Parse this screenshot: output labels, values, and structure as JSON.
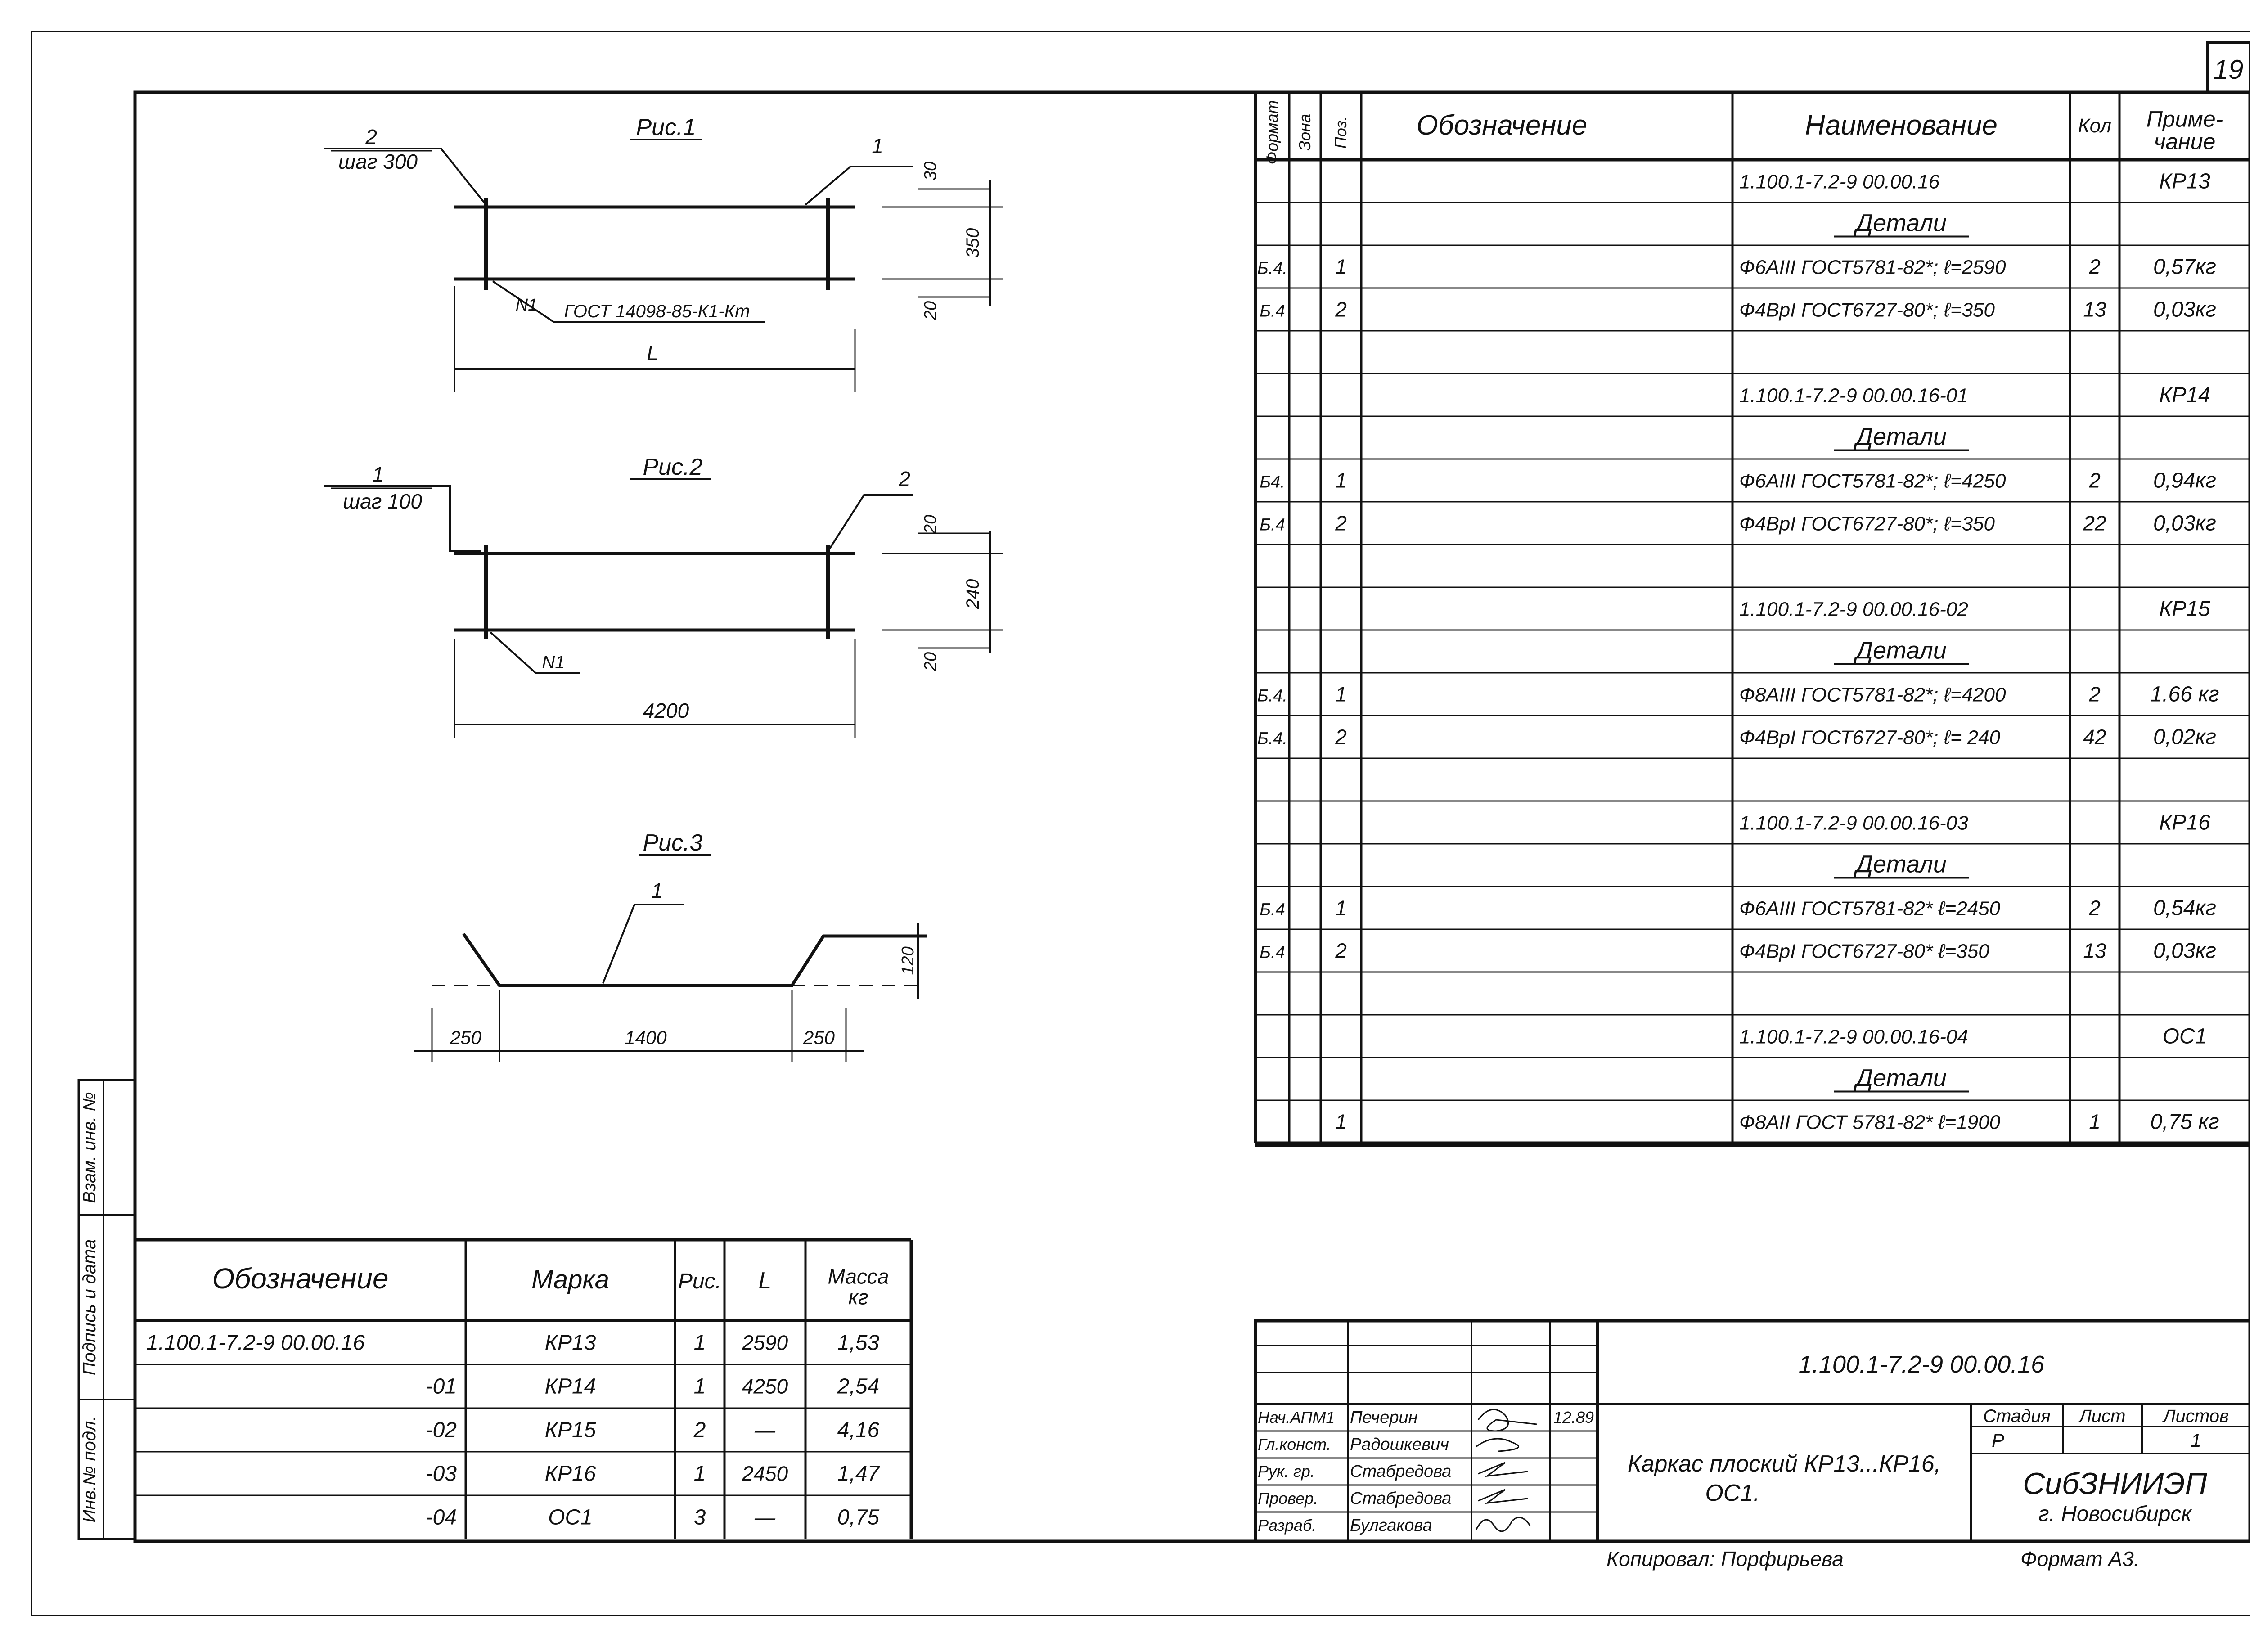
{
  "sheet_number": "19",
  "figures": {
    "fig1": {
      "title": "Рис.1",
      "leader_left_num": "2",
      "leader_left_text": "шаг 300",
      "leader_right_num": "1",
      "weld_label": "N1",
      "gost_label": "ГОСТ 14098-85-К1-Кт",
      "dim_top": "30",
      "dim_height": "350",
      "dim_bottom": "20",
      "dim_length": "L"
    },
    "fig2": {
      "title": "Рис.2",
      "leader_left_num": "1",
      "leader_left_text": "шаг 100",
      "leader_right_num": "2",
      "weld_label": "N1",
      "dim_top": "20",
      "dim_height": "240",
      "dim_bottom": "20",
      "dim_length": "4200"
    },
    "fig3": {
      "title": "Рис.3",
      "leader_num": "1",
      "dim_height": "120",
      "dim_left": "250",
      "dim_mid": "1400",
      "dim_right": "250"
    }
  },
  "spec": {
    "headers": {
      "format": "Формат",
      "zone": "Зона",
      "pos": "Поз.",
      "designation": "Обозначение",
      "name": "Наименование",
      "qty": "Кол",
      "note": "Приме-\nчание"
    },
    "rows": [
      {
        "format": "",
        "zone": "",
        "pos": "",
        "designation": "",
        "name": "1.100.1-7.2-9     00.00.16",
        "qty": "",
        "note": "КР13"
      },
      {
        "format": "",
        "zone": "",
        "pos": "",
        "designation": "",
        "name": "Детали",
        "qty": "",
        "note": "",
        "center": true
      },
      {
        "format": "Б.4.",
        "zone": "",
        "pos": "1",
        "designation": "",
        "name": "Ф6АIII ГОСТ5781-82*; ℓ=2590",
        "qty": "2",
        "note": "0,57кг"
      },
      {
        "format": "Б.4",
        "zone": "",
        "pos": "2",
        "designation": "",
        "name": "Ф4ВрI ГОСТ6727-80*; ℓ=350",
        "qty": "13",
        "note": "0,03кг"
      },
      {
        "format": "",
        "zone": "",
        "pos": "",
        "designation": "",
        "name": "",
        "qty": "",
        "note": ""
      },
      {
        "format": "",
        "zone": "",
        "pos": "",
        "designation": "",
        "name": "1.100.1-7.2-9     00.00.16-01",
        "qty": "",
        "note": "КР14"
      },
      {
        "format": "",
        "zone": "",
        "pos": "",
        "designation": "",
        "name": "Детали",
        "qty": "",
        "note": "",
        "center": true
      },
      {
        "format": "Б4.",
        "zone": "",
        "pos": "1",
        "designation": "",
        "name": "Ф6АIII ГОСТ5781-82*; ℓ=4250",
        "qty": "2",
        "note": "0,94кг"
      },
      {
        "format": "Б.4",
        "zone": "",
        "pos": "2",
        "designation": "",
        "name": "Ф4ВрI ГОСТ6727-80*; ℓ=350",
        "qty": "22",
        "note": "0,03кг"
      },
      {
        "format": "",
        "zone": "",
        "pos": "",
        "designation": "",
        "name": "",
        "qty": "",
        "note": ""
      },
      {
        "format": "",
        "zone": "",
        "pos": "",
        "designation": "",
        "name": "1.100.1-7.2-9     00.00.16-02",
        "qty": "",
        "note": "КР15"
      },
      {
        "format": "",
        "zone": "",
        "pos": "",
        "designation": "",
        "name": "Детали",
        "qty": "",
        "note": "",
        "center": true
      },
      {
        "format": "Б.4.",
        "zone": "",
        "pos": "1",
        "designation": "",
        "name": "Ф8АIII ГОСТ5781-82*; ℓ=4200",
        "qty": "2",
        "note": "1.66 кг"
      },
      {
        "format": "Б.4.",
        "zone": "",
        "pos": "2",
        "designation": "",
        "name": "Ф4ВрI ГОСТ6727-80*; ℓ= 240",
        "qty": "42",
        "note": "0,02кг"
      },
      {
        "format": "",
        "zone": "",
        "pos": "",
        "designation": "",
        "name": "",
        "qty": "",
        "note": ""
      },
      {
        "format": "",
        "zone": "",
        "pos": "",
        "designation": "",
        "name": "1.100.1-7.2-9     00.00.16-03",
        "qty": "",
        "note": "КР16"
      },
      {
        "format": "",
        "zone": "",
        "pos": "",
        "designation": "",
        "name": "Детали",
        "qty": "",
        "note": "",
        "center": true
      },
      {
        "format": "Б.4",
        "zone": "",
        "pos": "1",
        "designation": "",
        "name": "Ф6АIII ГОСТ5781-82* ℓ=2450",
        "qty": "2",
        "note": "0,54кг"
      },
      {
        "format": "Б.4",
        "zone": "",
        "pos": "2",
        "designation": "",
        "name": "Ф4ВрI ГОСТ6727-80* ℓ=350",
        "qty": "13",
        "note": "0,03кг"
      },
      {
        "format": "",
        "zone": "",
        "pos": "",
        "designation": "",
        "name": "",
        "qty": "",
        "note": ""
      },
      {
        "format": "",
        "zone": "",
        "pos": "",
        "designation": "",
        "name": "1.100.1-7.2-9     00.00.16-04",
        "qty": "",
        "note": "ОС1"
      },
      {
        "format": "",
        "zone": "",
        "pos": "",
        "designation": "",
        "name": "Детали",
        "qty": "",
        "note": "",
        "center": true
      },
      {
        "format": "",
        "zone": "",
        "pos": "1",
        "designation": "",
        "name": "Ф8АII ГОСТ 5781-82* ℓ=1900",
        "qty": "1",
        "note": "0,75 кг"
      }
    ]
  },
  "marks": {
    "headers": {
      "designation": "Обозначение",
      "mark": "Марка",
      "fig": "Рис.",
      "length": "L",
      "mass": "Масса\nкг"
    },
    "rows": [
      {
        "designation": "1.100.1-7.2-9     00.00.16",
        "mark": "КР13",
        "fig": "1",
        "length": "2590",
        "mass": "1,53"
      },
      {
        "designation": "-01",
        "mark": "КР14",
        "fig": "1",
        "length": "4250",
        "mass": "2,54"
      },
      {
        "designation": "-02",
        "mark": "КР15",
        "fig": "2",
        "length": "—",
        "mass": "4,16"
      },
      {
        "designation": "-03",
        "mark": "КР16",
        "fig": "1",
        "length": "2450",
        "mass": "1,47"
      },
      {
        "designation": "-04",
        "mark": "ОС1",
        "fig": "3",
        "length": "—",
        "mass": "0,75"
      }
    ]
  },
  "side_stamp": [
    "Инв.№ подл.",
    "Подпись и дата",
    "Взам. инв. №"
  ],
  "title_block": {
    "doc_code": "1.100.1-7.2-9          00.00.16",
    "signatures": [
      {
        "role": "Нач.АПМ1",
        "name": "Печерин",
        "date": "12.89"
      },
      {
        "role": "Гл.конст.",
        "name": "Радошкевич",
        "date": ""
      },
      {
        "role": "Рук. гр.",
        "name": "Стабредова",
        "date": ""
      },
      {
        "role": "Провер.",
        "name": "Стабредова",
        "date": ""
      },
      {
        "role": "Разраб.",
        "name": "Булгакова",
        "date": ""
      }
    ],
    "product_name_line1": "Каркас плоский КР13...КР16,",
    "product_name_line2": "ОС1.",
    "stage_label": "Стадия",
    "sheet_label": "Лист",
    "sheets_label": "Листов",
    "stage_value": "Р",
    "sheets_value": "1",
    "org_line1": "СибЗНИИЭП",
    "org_line2": "г. Новосибирск",
    "copied_by": "Копировал: Порфирьева",
    "format": "Формат А3."
  }
}
